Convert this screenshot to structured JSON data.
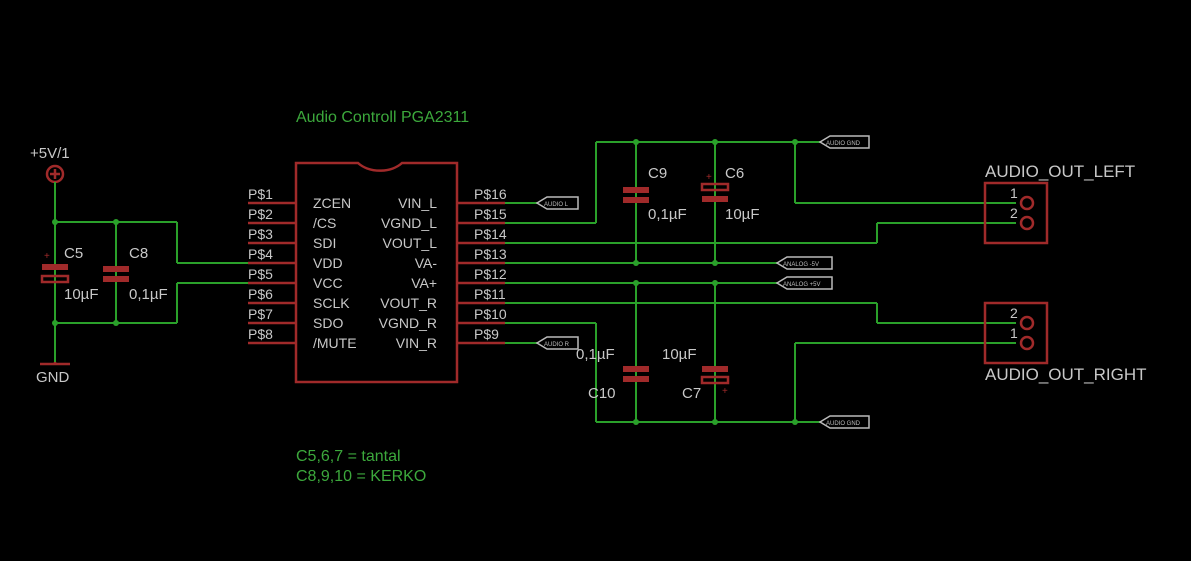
{
  "title": "Audio Controll PGA2311",
  "notes": [
    "C5,6,7 = tantal",
    "C8,9,10 = KERKO"
  ],
  "power": {
    "vcc": "+5V/1",
    "gnd": "GND"
  },
  "ic": {
    "left_pins": [
      "P$1",
      "P$2",
      "P$3",
      "P$4",
      "P$5",
      "P$6",
      "P$7",
      "P$8"
    ],
    "left_names": [
      "ZCEN",
      "/CS",
      "SDI",
      "VDD",
      "VCC",
      "SCLK",
      "SDO",
      "/MUTE"
    ],
    "right_names": [
      "VIN_L",
      "VGND_L",
      "VOUT_L",
      "VA-",
      "VA+",
      "VOUT_R",
      "VGND_R",
      "VIN_R"
    ],
    "right_pins": [
      "P$16",
      "P$15",
      "P$14",
      "P$13",
      "P$12",
      "P$11",
      "P$10",
      "P$9"
    ]
  },
  "caps": {
    "c5": {
      "name": "C5",
      "value": "10µF"
    },
    "c8": {
      "name": "C8",
      "value": "0,1µF"
    },
    "c9": {
      "name": "C9",
      "value": "0,1µF"
    },
    "c6": {
      "name": "C6",
      "value": "10µF"
    },
    "c10": {
      "name": "C10",
      "value": "0,1µF"
    },
    "c7": {
      "name": "C7",
      "value": "10µF"
    }
  },
  "connectors": {
    "left": {
      "name": "AUDIO_OUT_LEFT",
      "pins": [
        "1",
        "2"
      ]
    },
    "right": {
      "name": "AUDIO_OUT_RIGHT",
      "pins": [
        "2",
        "1"
      ]
    }
  },
  "labels": {
    "gnd_top": "AUDIO GND",
    "in_l": "AUDIO L",
    "va_minus": "ANALOG -5V",
    "va_plus": "ANALOG +5V",
    "in_r": "AUDIO R",
    "gnd_bottom": "AUDIO GND"
  },
  "colors": {
    "wire": "#2aa02a",
    "part": "#a02a2a",
    "text": "#c8c8c8",
    "note": "#3ca83c"
  }
}
